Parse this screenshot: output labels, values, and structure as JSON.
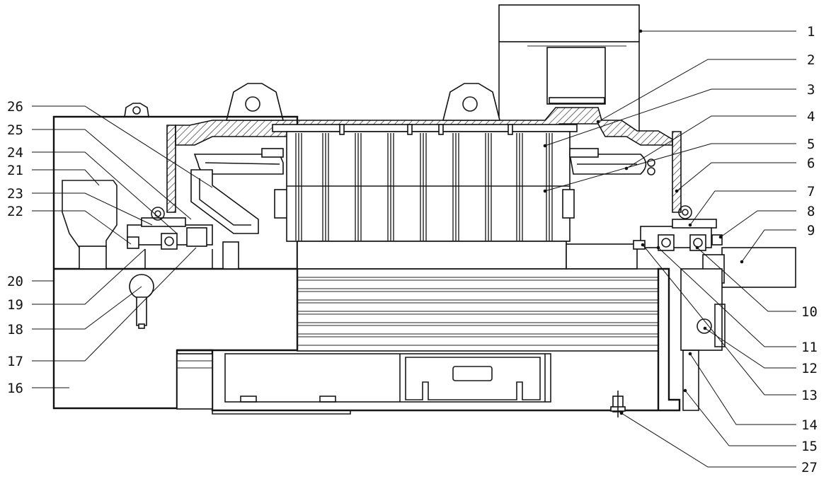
{
  "labels": {
    "n1": "1",
    "n2": "2",
    "n3": "3",
    "n4": "4",
    "n5": "5",
    "n6": "6",
    "n7": "7",
    "n8": "8",
    "n9": "9",
    "n10": "10",
    "n11": "11",
    "n12": "12",
    "n13": "13",
    "n14": "14",
    "n15": "15",
    "n16": "16",
    "n17": "17",
    "n18": "18",
    "n19": "19",
    "n20": "20",
    "n21": "21",
    "n22": "22",
    "n23": "23",
    "n24": "24",
    "n25": "25",
    "n26": "26",
    "n27": "27"
  }
}
